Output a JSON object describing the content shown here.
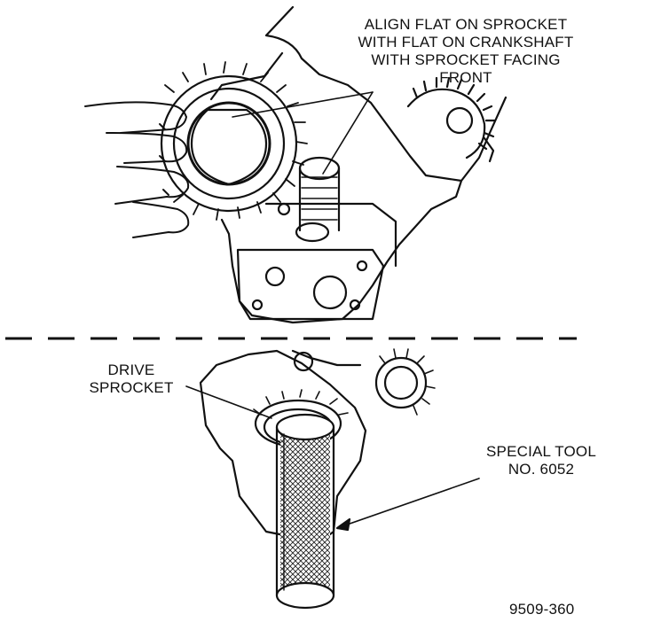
{
  "callouts": {
    "align": {
      "lines": [
        "ALIGN FLAT ON SPROCKET",
        "WITH FLAT ON CRANKSHAFT",
        "WITH SPROCKET FACING",
        "FRONT"
      ]
    },
    "drive_sprocket": {
      "lines": [
        "DRIVE",
        "SPROCKET"
      ]
    },
    "special_tool": {
      "lines": [
        "SPECIAL TOOL",
        "NO. 6052"
      ]
    }
  },
  "figure_number": "9509-360",
  "colors": {
    "ink": "#111111",
    "paper": "#ffffff"
  }
}
